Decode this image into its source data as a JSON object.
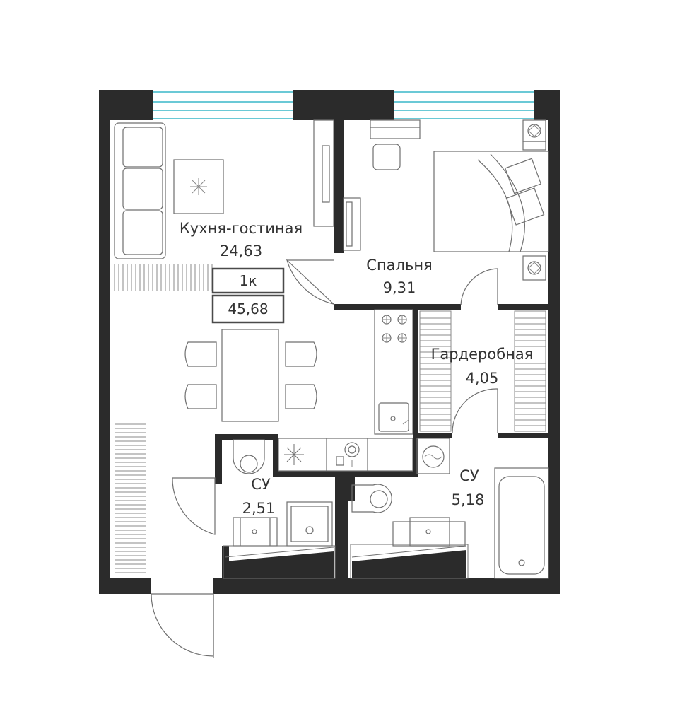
{
  "plan": {
    "apartment_type": "1к",
    "total_area": "45,68",
    "rooms": [
      {
        "id": "kitchen-living",
        "name": "Кухня-гостиная",
        "area": "24,63"
      },
      {
        "id": "bedroom",
        "name": "Спальня",
        "area": "9,31"
      },
      {
        "id": "wardrobe",
        "name": "Гардеробная",
        "area": "4,05"
      },
      {
        "id": "bathroom-small",
        "name": "СУ",
        "area": "2,51"
      },
      {
        "id": "bathroom-large",
        "name": "СУ",
        "area": "5,18"
      }
    ]
  },
  "colors": {
    "wall": "#2b2b2b",
    "window": "#3ab7c9",
    "fixture": "#6f6f6f",
    "text": "#333333"
  }
}
